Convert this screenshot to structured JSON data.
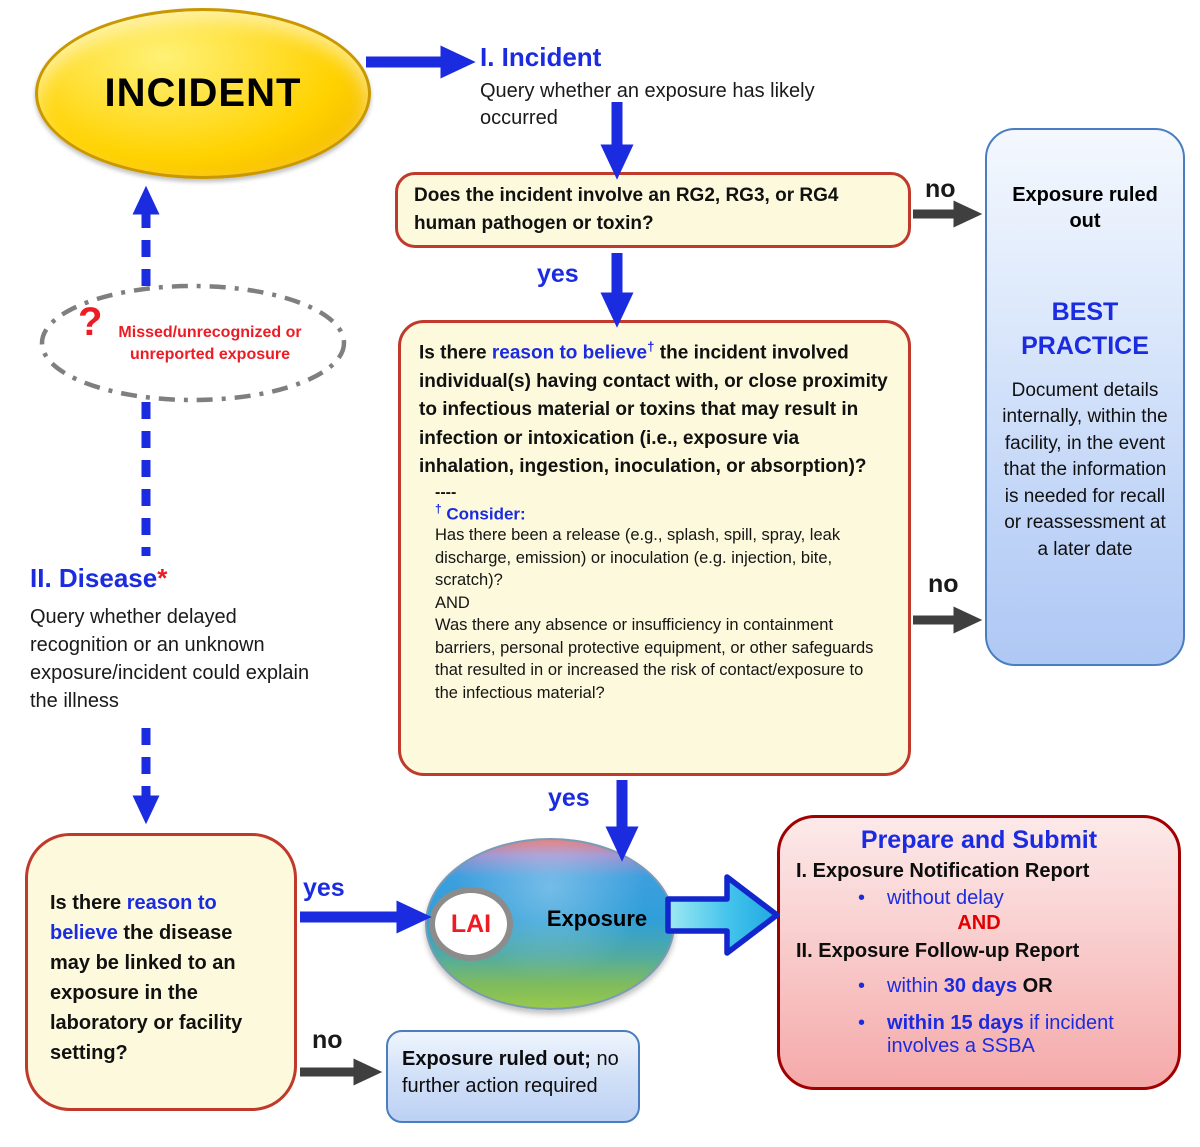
{
  "incident_ellipse": {
    "label": "INCIDENT"
  },
  "step1": {
    "title": "I. Incident",
    "subtitle": "Query whether an exposure has likely occurred"
  },
  "q1": {
    "text": "Does the incident involve an RG2, RG3, or RG4 human pathogen or toxin?"
  },
  "labels": {
    "yes1": "yes",
    "no1": "no",
    "yes2": "yes",
    "no2": "no",
    "yes3": "yes",
    "no3": "no"
  },
  "q2": {
    "prefix": "Is there ",
    "highlight": "reason to believe",
    "dagger": "†",
    "suffix": " the incident involved individual(s) having contact with, or close proximity to infectious material or toxins that may result in infection or intoxication (i.e., exposure via inhalation, ingestion, inoculation, or absorption)?",
    "separator": "----",
    "consider_dagger": "†",
    "consider_label": " Consider:",
    "consider_1": "Has there been a release (e.g., splash, spill, spray, leak discharge, emission) or inoculation (e.g. injection, bite, scratch)?",
    "consider_and": "AND",
    "consider_2": "Was there any absence or insufficiency in containment barriers, personal protective equipment, or other safeguards that resulted in or increased the risk of contact/exposure to the infectious material?"
  },
  "best_practice": {
    "title": "Exposure ruled out",
    "heading": "BEST PRACTICE",
    "body": "Document details internally, within the facility, in the event that the information is needed for recall or reassessment at a later date"
  },
  "missed_ellipse": {
    "question_mark": "?",
    "text": "Missed/unrecognized or unreported exposure"
  },
  "disease": {
    "title": "II. Disease",
    "asterisk": "*",
    "subtitle": "Query whether delayed recognition or an unknown exposure/incident  could explain the illness"
  },
  "q3": {
    "prefix": "Is there ",
    "highlight": "reason to believe",
    "suffix": " the disease may be linked to an exposure in the laboratory or facility setting?"
  },
  "exposure_ellipse": {
    "lai": "LAI",
    "label": "Exposure"
  },
  "prepare": {
    "title": "Prepare and Submit",
    "bullet_glyph": "•",
    "item1": "I. Exposure Notification Report",
    "bullet1": "without delay",
    "and": "AND",
    "item2": "II. Exposure Follow-up Report",
    "b2_pre": "within ",
    "b2_bold": "30 days",
    "b2_or": " OR",
    "b3_bold": "within 15 days",
    "b3_rest": " if incident involves a SSBA"
  },
  "ruled_out_2": {
    "bold": "Exposure ruled out;",
    "rest": " no further action required"
  },
  "colors": {
    "accent_blue": "#1B2BE0",
    "yellow_node_fill": "#FCF9DC",
    "yellow_node_border": "#C0392B",
    "blue_node_border": "#4A7EC0",
    "pink_node_border": "#A00000",
    "gray_arrow": "#3F3F3F",
    "red_text": "#ED1C24",
    "incident_gold": "#FFD200"
  }
}
